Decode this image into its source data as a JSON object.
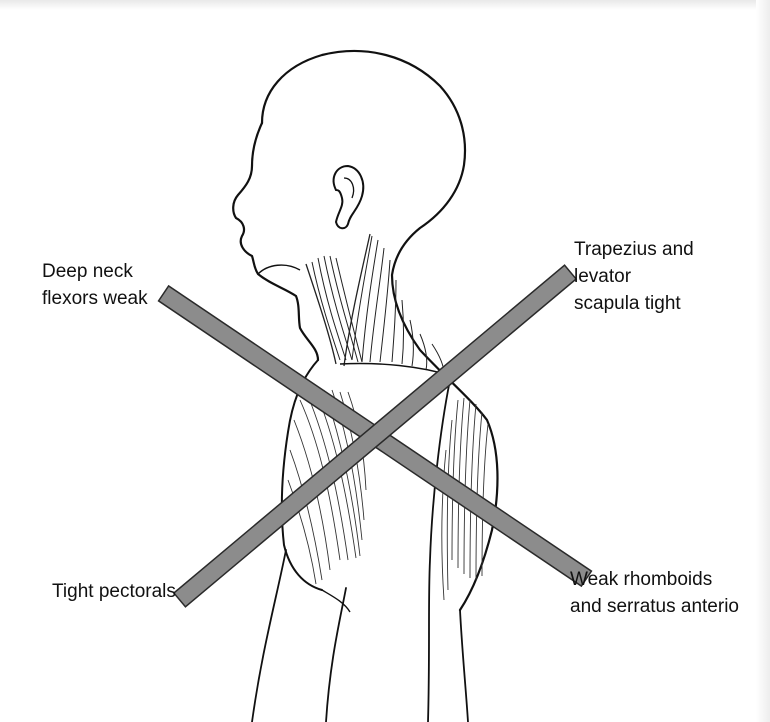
{
  "diagram": {
    "labels": {
      "deep_neck": {
        "line1": "Deep neck",
        "line2": "flexors weak"
      },
      "trapezius": {
        "line1": "Trapezius and",
        "line2": "levator",
        "line3": "scapula tight"
      },
      "pectorals": {
        "line1": "Tight pectorals"
      },
      "rhomboids": {
        "line1": "Weak rhomboids",
        "line2": "and serratus anterio"
      }
    },
    "colors": {
      "outline": "#111111",
      "bar_fill": "#8c8c8c",
      "bar_stroke": "#2a2a2a",
      "background": "#ffffff"
    },
    "icons": {
      "figure": "human-head-torso-side-view",
      "cross": "x-cross-bars"
    }
  }
}
